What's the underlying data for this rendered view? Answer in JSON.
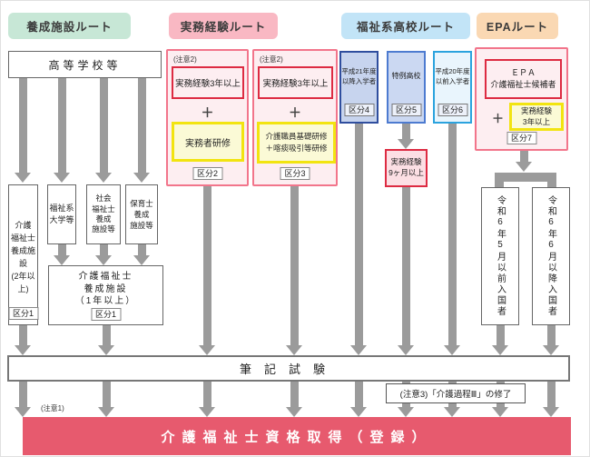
{
  "headers": {
    "training_facility": "養成施設ルート",
    "work_experience": "実務経験ルート",
    "welfare_high_school": "福祉系高校ルート",
    "epa": "EPAルート"
  },
  "training_facility_route": {
    "high_school": "高等学校等",
    "kaigo_2yr": "介護\n福祉士\n養成施設\n(2年以上)",
    "kaigo_2yr_kubun": "区分1",
    "fukushi_univ": "福祉系\n大学等",
    "shakai_fukushishi": "社会\n福祉士\n養成\n施設等",
    "hoikushi": "保育士\n養成\n施設等",
    "kaigo_1yr": "介護福祉士\n養成施設\n（1年以上）",
    "kaigo_1yr_kubun": "区分1"
  },
  "work_experience_route": {
    "panel_a": {
      "note": "(注意2)",
      "experience": "実務経験3年以上",
      "plus": "＋",
      "training": "実務者研修",
      "kubun": "区分2"
    },
    "panel_b": {
      "note": "(注意2)",
      "experience": "実務経験3年以上",
      "plus": "＋",
      "training": "介護職員基礎研修\n＋喀痰吸引等研修",
      "kubun": "区分3"
    }
  },
  "welfare_high_school_route": {
    "h21_after": {
      "label": "平成21年度\n以降入学者",
      "kubun": "区分4"
    },
    "tokurei": {
      "label": "特例高校",
      "kubun": "区分5"
    },
    "h20_before": {
      "label": "平成20年度\n以前入学者",
      "kubun": "区分6"
    },
    "experience_9mo": "実務経験\n9ヶ月以上"
  },
  "epa_route": {
    "candidate": "ＥＰＡ\n介護福祉士候補者",
    "plus": "＋",
    "experience": "実務経験\n3年以上",
    "kubun": "区分7",
    "entry_before": "令和6年5月以前入国者",
    "entry_after": "令和6年6月以降入国者"
  },
  "bottom": {
    "written_exam": "筆記試験",
    "note1": "(注意1)",
    "note3": "(注意3)「介護過程Ⅲ」の修了",
    "result": "介護福祉士資格取得（登録）"
  },
  "colors": {
    "header_green": "#c7e7d6",
    "header_pink": "#f9b8c3",
    "header_blue": "#c2e4f7",
    "header_peach": "#fad8b3",
    "panel_pink_bg": "#fdeef1",
    "panel_pink_border": "#f2758b",
    "red_box_border": "#dd2b42",
    "yellow_box_border": "#f2e410",
    "yellow_box_bg": "#fbfad6",
    "kubun4_border": "#2f4e9e",
    "kubun5_border": "#4d7bd0",
    "kubun6_border": "#2ba3de",
    "arrow_gray": "#9b9b9b",
    "result_bar_red": "#e75a6e"
  }
}
